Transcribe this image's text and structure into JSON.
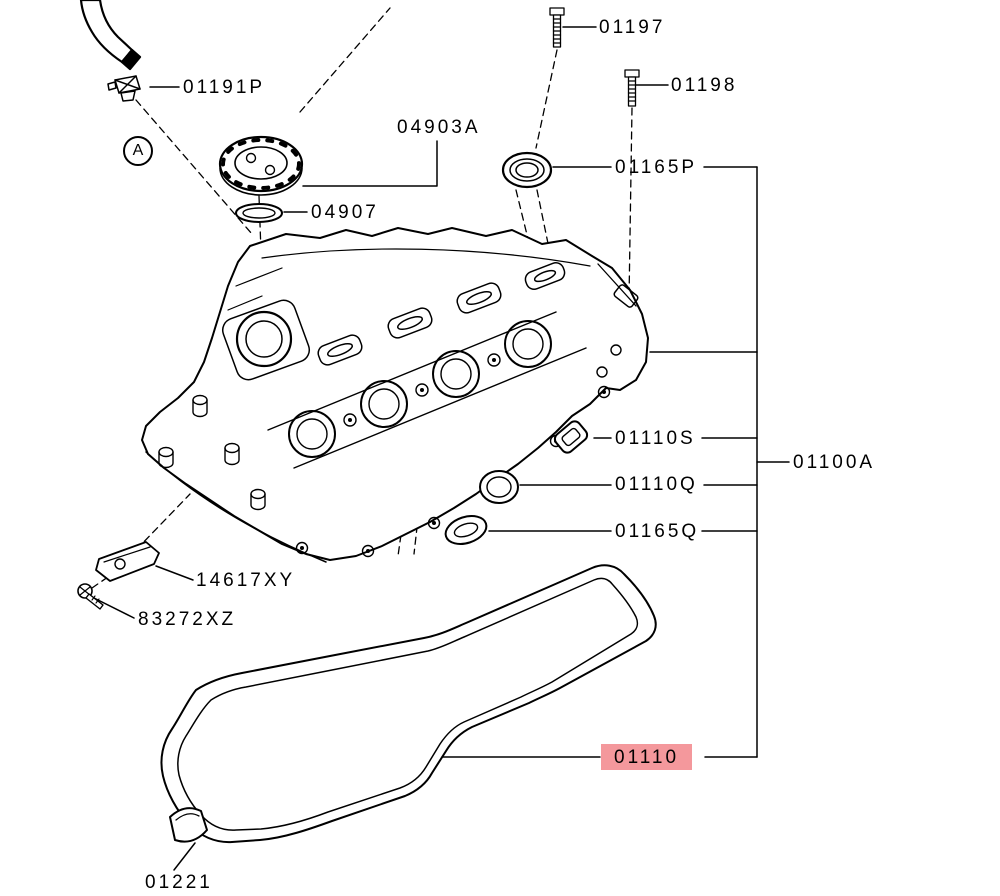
{
  "page": {
    "background": "#ffffff",
    "line_color": "#000000"
  },
  "colors": {
    "highlight": "#f4989c"
  },
  "labels": {
    "01197": {
      "text": "01197"
    },
    "01198": {
      "text": "01198"
    },
    "01191P": {
      "text": "01191P"
    },
    "04903A": {
      "text": "04903A"
    },
    "04907": {
      "text": "04907"
    },
    "01165P": {
      "text": "01165P"
    },
    "01110S": {
      "text": "01110S"
    },
    "01110Q": {
      "text": "01110Q"
    },
    "01165Q": {
      "text": "01165Q"
    },
    "01100A": {
      "text": "01100A"
    },
    "14617XY": {
      "text": "14617XY"
    },
    "83272XZ": {
      "text": "83272XZ"
    },
    "01110": {
      "text": "01110",
      "highlighted": true
    },
    "01221": {
      "text": "01221"
    },
    "viewMarker": {
      "text": "A"
    }
  }
}
